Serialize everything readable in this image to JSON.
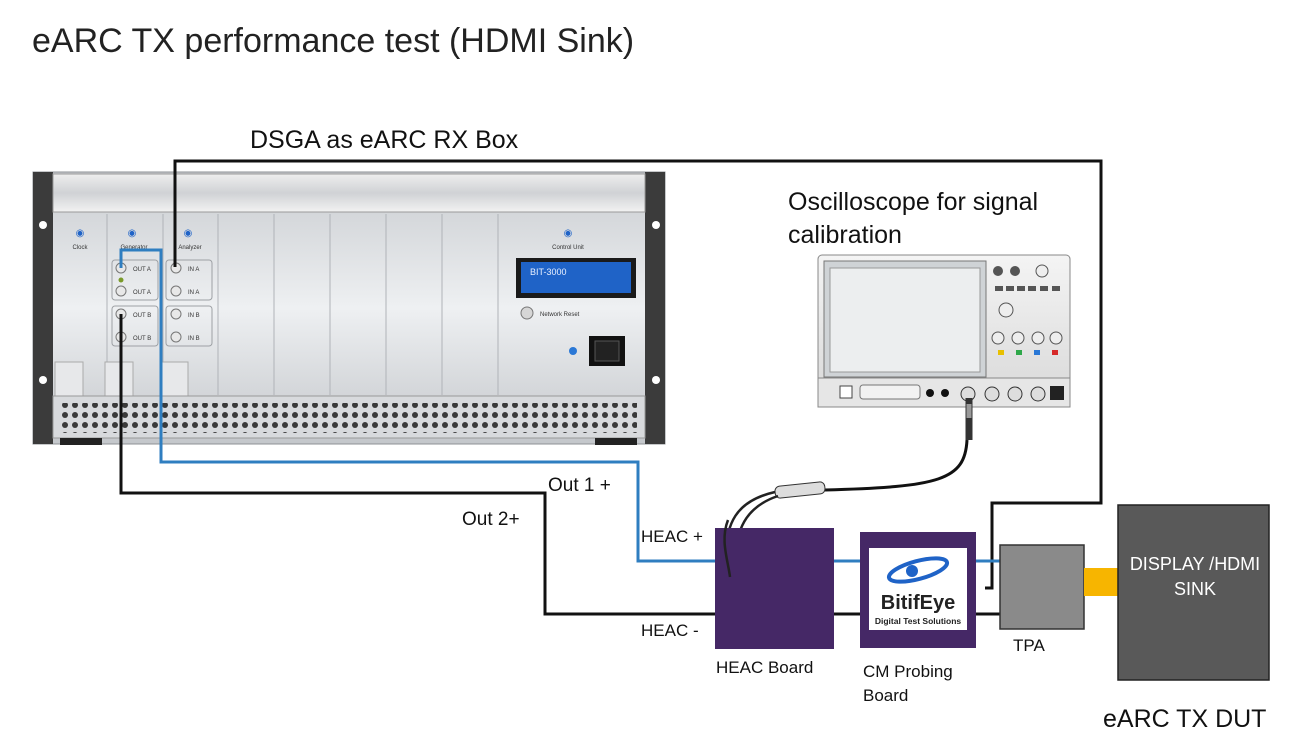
{
  "title": "eARC TX performance test (HDMI Sink)",
  "labels": {
    "dsga": "DSGA as eARC RX Box",
    "oscilloscope": "Oscilloscope for signal calibration",
    "out1": "Out 1 +",
    "out2": "Out 2+",
    "heac_plus": "HEAC +",
    "heac_minus": "HEAC -",
    "heac_board": "HEAC Board",
    "cm_probing_board": "CM Probing Board",
    "tpa": "TPA",
    "display": "DISPLAY /HDMI SINK",
    "earc_tx_dut": "eARC TX DUT"
  },
  "rack": {
    "modules": [
      "Clock",
      "Generator",
      "Analyzer"
    ],
    "control_unit": "Control Unit",
    "lcd": "BIT-3000",
    "network_reset": "Network Reset",
    "gen_ports": [
      "OUT A",
      "OUT A",
      "OUT B",
      "OUT B"
    ],
    "ana_ports": [
      "IN A",
      "IN A",
      "IN B",
      "IN B"
    ]
  },
  "logo": {
    "brand": "BitifEye",
    "tagline": "Digital Test Solutions"
  },
  "colors": {
    "blue_cable": "#2f7ec0",
    "black_cable": "#111111",
    "heac_board": "#452866",
    "tpa": "#8a8a8a",
    "display": "#595959",
    "hdmi_connector": "#f7b500",
    "lcd": "#1f63c7"
  }
}
